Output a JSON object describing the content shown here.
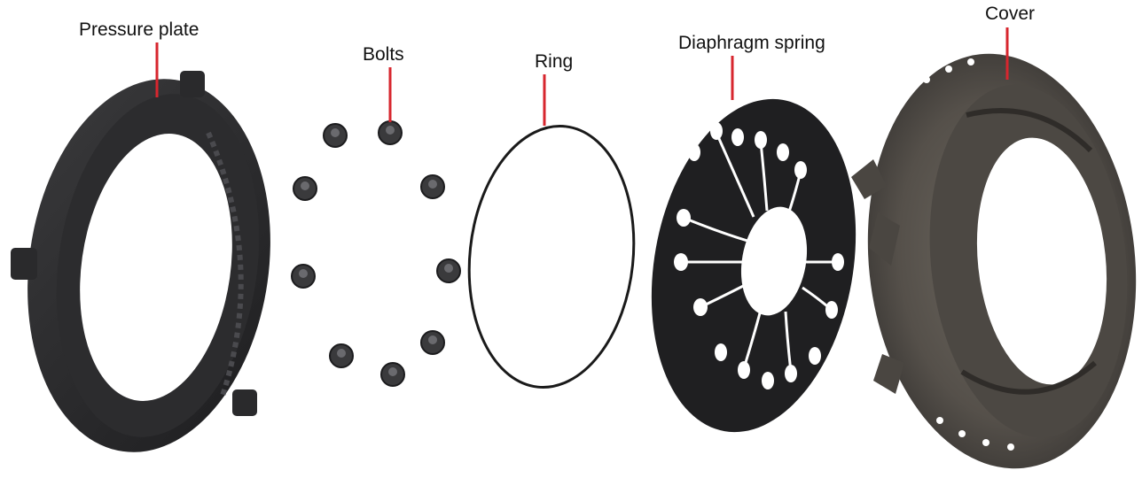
{
  "labels": {
    "pressure_plate": "Pressure plate",
    "bolts": "Bolts",
    "ring": "Ring",
    "diaphragm_spring": "Diaphragm spring",
    "cover": "Cover"
  },
  "colors": {
    "leader_line": "#d7262e",
    "label_text": "#111111",
    "part_dark": "#2a2a2c",
    "cover_metal": "#5a5650"
  }
}
